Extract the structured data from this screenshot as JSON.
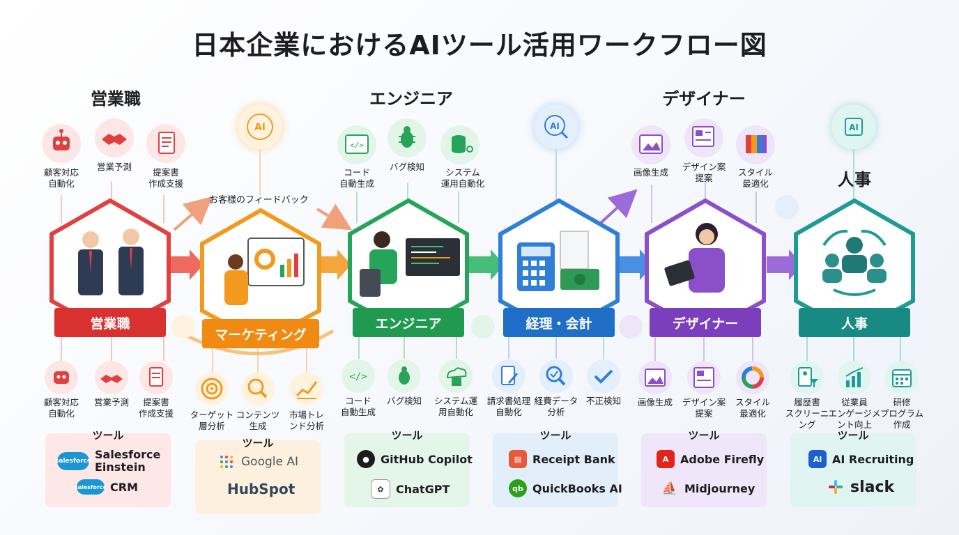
{
  "title": "日本企業におけるAIツール活用ワークフロー図",
  "headers": {
    "sales": "営業職",
    "eng": "エンジニア",
    "design": "デザイナー",
    "hr": "人事"
  },
  "feedback": "お客様のフィードバック",
  "top_labels": {
    "sales": [
      "顧客対応\n自動化",
      "営業予測",
      "提案書\n作成支援"
    ],
    "eng": [
      "コード\n自動生成",
      "バグ検知",
      "システム\n運用自動化"
    ],
    "design": [
      "画像生成",
      "デザイン案\n提案",
      "スタイル\n最適化"
    ]
  },
  "banners": [
    "営業職",
    "マーケティング",
    "エンジニア",
    "経理・会計",
    "デザイナー",
    "人事"
  ],
  "bottom_labels": [
    [
      "顧客対応\n自動化",
      "営業予測",
      "提案書\n作成支援"
    ],
    [
      "ターゲット\n層分析",
      "コンテンツ\n生成",
      "市場トレ\nンド分析"
    ],
    [
      "コード\n自動生成",
      "バグ検知",
      "システム運\n用自動化"
    ],
    [
      "請求書処理\n自動化",
      "経費データ\n分析",
      "不正検知"
    ],
    [
      "画像生成",
      "デザイン案\n提案",
      "スタイル\n最適化"
    ],
    [
      "履歴書\nスクリーニ\nング",
      "従業員\nエンゲージメ\nント向上",
      "研修\nプログラム\n作成"
    ]
  ],
  "tools_heading": "ツール",
  "ai_badge": "AI",
  "tools": [
    [
      {
        "logo": "salesforce",
        "name": "Salesforce\nEinstein"
      },
      {
        "logo": "salesforce",
        "name": "CRM"
      }
    ],
    [
      {
        "logo": "",
        "name": "Google AI"
      },
      {
        "logo": "",
        "name": "HubSpot"
      }
    ],
    [
      {
        "logo": "github",
        "name": "GitHub Copilot"
      },
      {
        "logo": "chatgpt",
        "name": "ChatGPT"
      }
    ],
    [
      {
        "logo": "receipt",
        "name": "Receipt Bank"
      },
      {
        "logo": "qb",
        "name": "QuickBooks AI"
      }
    ],
    [
      {
        "logo": "adobe",
        "name": "Adobe Firefly"
      },
      {
        "logo": "mj",
        "name": "Midjourney"
      }
    ],
    [
      {
        "logo": "AI",
        "name": "AI Recruiting"
      },
      {
        "logo": "slack",
        "name": "slack"
      }
    ]
  ],
  "colors": {
    "sales": "#e0413f",
    "marketing": "#f39a1e",
    "eng": "#26a55a",
    "accounting": "#2f7fd6",
    "design": "#8a4fc9",
    "hr": "#1f9b95"
  }
}
